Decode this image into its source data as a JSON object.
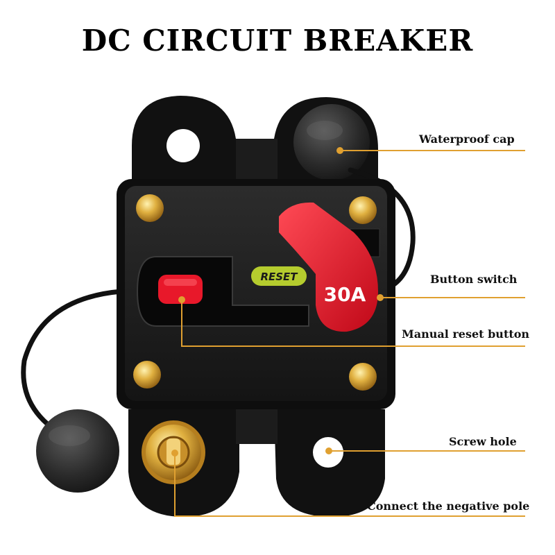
{
  "title": "DC CIRCUIT BREAKER",
  "device": {
    "reset_text": "RESET",
    "rating_text": "30A"
  },
  "callouts": [
    {
      "id": "waterproof-cap",
      "label": "Waterproof cap"
    },
    {
      "id": "button-switch",
      "label": "Button switch"
    },
    {
      "id": "manual-reset-button",
      "label": "Manual reset button"
    },
    {
      "id": "screw-hole",
      "label": "Screw hole"
    },
    {
      "id": "connect-negative-pole",
      "label": "Connect the negative pole"
    }
  ],
  "colors": {
    "leader_line": "#e0a030",
    "body": "#1a1a1a",
    "lever": "#e8182a",
    "reset_badge": "#b5cc2e",
    "brass": "#d9a93a"
  }
}
